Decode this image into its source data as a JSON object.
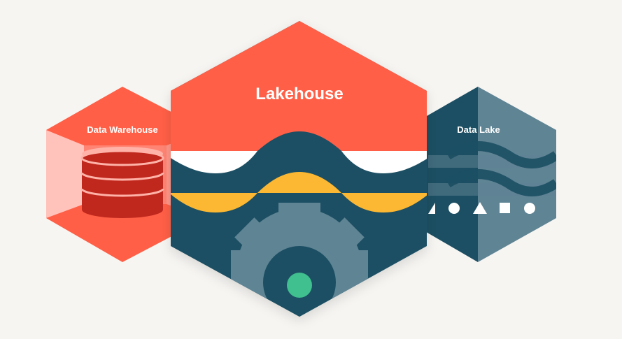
{
  "diagram": {
    "left_hexagon": {
      "label": "Data Warehouse",
      "icon": "database-icon"
    },
    "center_hexagon": {
      "label": "Lakehouse",
      "icon": "gear-icon"
    },
    "right_hexagon": {
      "label": "Data Lake",
      "icons": [
        "triangle-icon",
        "circle-icon",
        "triangle-icon",
        "square-icon",
        "circle-icon"
      ]
    }
  },
  "colors": {
    "background": "#f7f5f2",
    "coral": "#ff5f46",
    "coral_light": "#ff9587",
    "coral_pale": "#ffc3bb",
    "db_red": "#c0281e",
    "db_dark": "#8f1d16",
    "navy": "#1c4f63",
    "slate": "#5f8494",
    "slate_light": "#7fa0ad",
    "yellow": "#fcb830",
    "white": "#ffffff",
    "green": "#3fbf8f"
  }
}
